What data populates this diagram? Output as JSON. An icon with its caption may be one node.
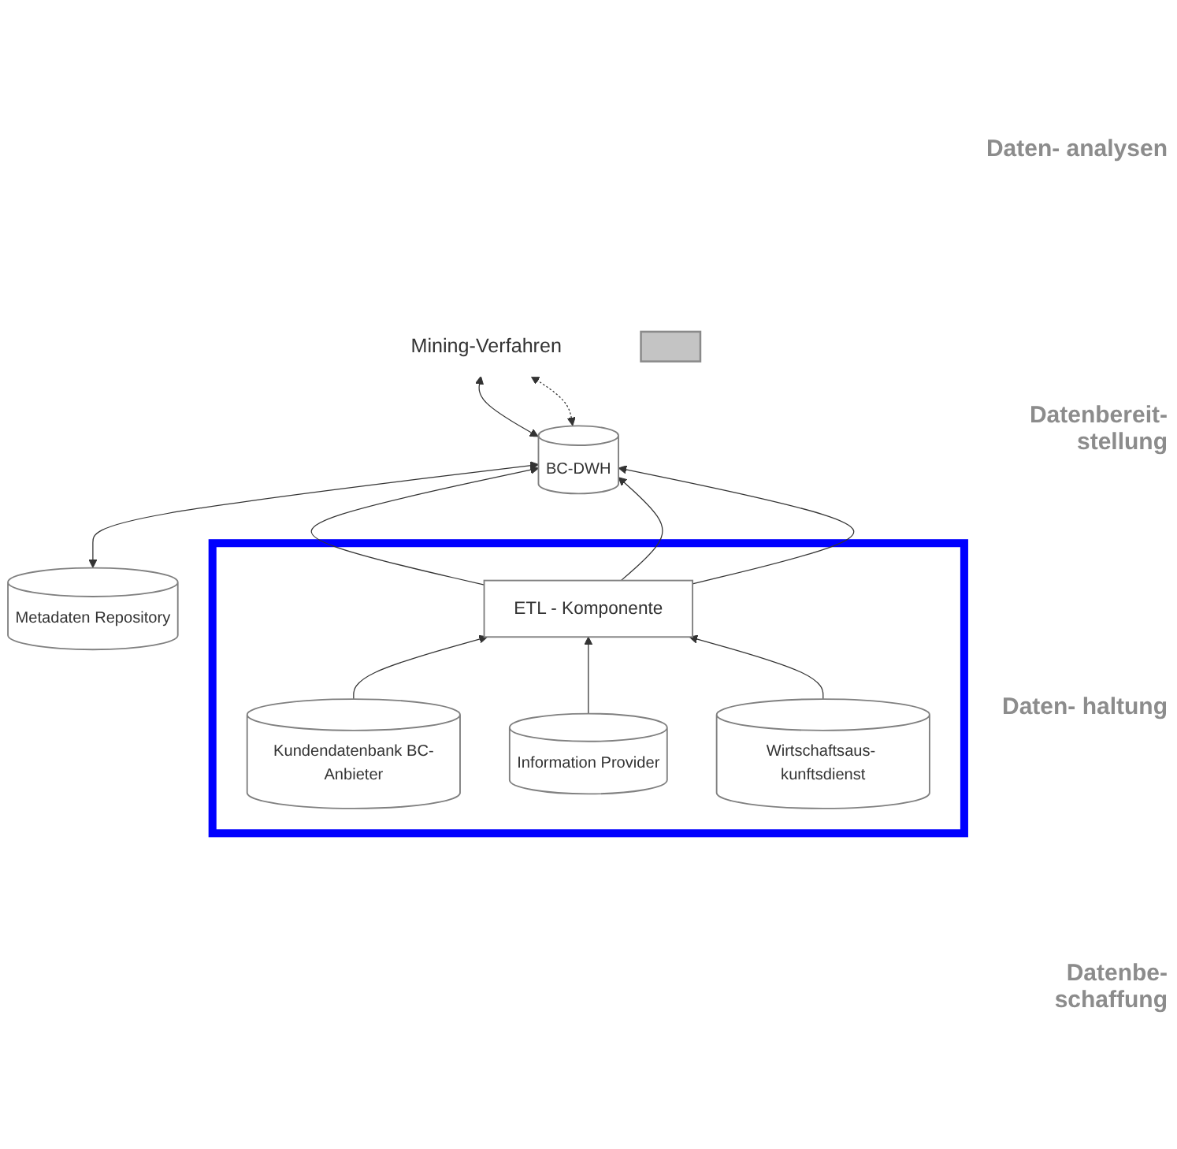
{
  "diagram": {
    "nodes": [
      {
        "text": [
          "Mining-Verfahren"
        ]
      },
      {
        "text": [],
        "shape": "box"
      },
      {
        "text": [
          "Metadaten Repository"
        ]
      },
      {
        "text": [
          "BC-DWH"
        ]
      },
      {
        "text": [],
        "shape": "box"
      },
      {
        "text": [
          "ETL - Komponente"
        ],
        "in": 4
      },
      {
        "text": [
          "Kundendatenbank BC-Anbieter"
        ],
        "in": 4
      },
      {
        "text": [
          "Information Provider"
        ],
        "in": 4
      },
      {
        "text": [
          "Wirtschaftsaus- kunftsdienst"
        ],
        "in": 4
      }
    ],
    "edges": [
      {
        "from": 3,
        "to": 0,
        "arrow": "both"
      },
      {
        "from": 3,
        "to": 0,
        "arrow": "both",
        "style": "dashed"
      },
      {
        "from": 2,
        "to": 3,
        "arrow": "both"
      },
      {
        "from": 5,
        "to": 3,
        "arrow": "to"
      },
      {
        "from": 5,
        "to": 3,
        "arrow": "to"
      },
      {
        "from": 5,
        "to": 3,
        "arrow": "to"
      },
      {
        "from": 6,
        "to": 5,
        "arrow": "to"
      },
      {
        "from": 7,
        "to": 5,
        "arrow": "to"
      },
      {
        "from": 8,
        "to": 5,
        "arrow": "to"
      }
    ],
    "labels": [
      "Daten- analysen",
      "Datenbereit- stellung",
      "Daten- haltung",
      "Datenbe- schaffung"
    ]
  }
}
